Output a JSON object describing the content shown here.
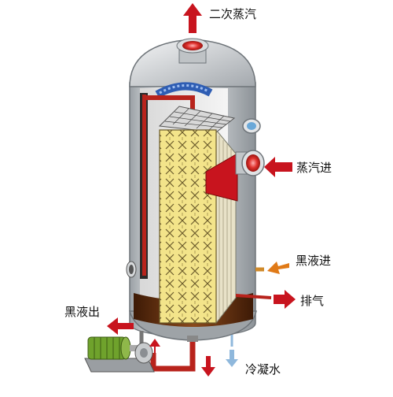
{
  "labels": {
    "secondary_steam": "二次蒸汽",
    "steam_in": "蒸汽进",
    "black_liquor_in": "黑液进",
    "exhaust": "排气",
    "black_liquor_out": "黑液出",
    "condensate": "冷凝水"
  },
  "colors": {
    "arrow_red": "#c8141e",
    "arrow_orange": "#e07a18",
    "arrow_blue": "#8fb8dc",
    "shell": "#cfd3d6",
    "plate_fill": "#f3e48a",
    "liquor": "#7a3a12",
    "pipe_red": "#b8231c",
    "motor_green": "#6fa22c"
  },
  "icons": {
    "up_arrow": "arrow-up-icon",
    "down_arrow": "arrow-down-icon",
    "left_arrow": "arrow-left-icon",
    "right_arrow": "arrow-right-icon"
  }
}
